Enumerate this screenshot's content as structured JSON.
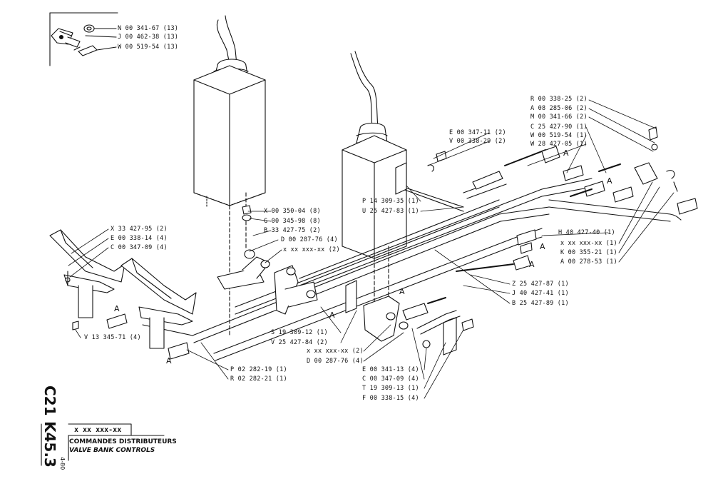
{
  "parts_top_left": [
    {
      "label": "N 00 341-67 (13)"
    },
    {
      "label": "J 00 462-38 (13)"
    },
    {
      "label": "W 00 519-54 (13)"
    }
  ],
  "parts_right_top": [
    {
      "label": "R 00 338-25 (2)"
    },
    {
      "label": "A 08 285-06 (2)"
    },
    {
      "label": "M 00 341-66 (2)"
    },
    {
      "label": "C 25 427-90 (1)"
    },
    {
      "label": "W 00 519-54 (1)"
    },
    {
      "label": "W 28 427-05 (1)"
    }
  ],
  "parts_center_top": [
    {
      "label": "E 00 347-11 (2)"
    },
    {
      "label": "V 00 338-29 (2)"
    }
  ],
  "parts_center_mid": [
    {
      "label": "P 14 309-35 (1)"
    },
    {
      "label": "U 25 427-83 (1)"
    }
  ],
  "parts_right_mid": [
    {
      "label": "H 40 427-40 (1)"
    },
    {
      "label": "x xx xxx-xx (1)"
    },
    {
      "label": "K 00 355-21 (1)"
    },
    {
      "label": "A 00 278-53 (1)"
    }
  ],
  "parts_left_mid": [
    {
      "label": "X 00 350-04 (8)"
    },
    {
      "label": "G 00 345-98 (8)"
    },
    {
      "label": "B 33 427-75 (2)"
    },
    {
      "label": "D 00 287-76 (4)"
    },
    {
      "label": "x xx xxx-xx (2)"
    }
  ],
  "parts_left_pedals": [
    {
      "label": "X 33 427-95 (2)"
    },
    {
      "label": "E 00 338-14 (4)"
    },
    {
      "label": "C 00 347-09 (4)"
    }
  ],
  "parts_right_low": [
    {
      "label": "Z 25 427-87 (1)"
    },
    {
      "label": "J 40 427-41 (1)"
    },
    {
      "label": "B 25 427-89 (1)"
    }
  ],
  "parts_center_low": [
    {
      "label": "S 19 309-12 (1)"
    },
    {
      "label": "V 25 427-84 (2)"
    },
    {
      "label": "x xx xxx-xx (2)"
    },
    {
      "label": "D 00 287-76 (4)"
    }
  ],
  "parts_bottom_right": [
    {
      "label": "E 00 341-13 (4)"
    },
    {
      "label": "C 00 347-09 (4)"
    },
    {
      "label": "T 19 309-13 (1)"
    },
    {
      "label": "F 00 338-15 (4)"
    }
  ],
  "parts_left_bottom": [
    {
      "label": "V 13 345-71 (4)"
    }
  ],
  "parts_bottom_left": [
    {
      "label": "P 02 282-19 (1)"
    },
    {
      "label": "R 02 282-21 (1)"
    }
  ],
  "callouts": [
    "A",
    "A",
    "A",
    "A",
    "A",
    "A",
    "A",
    "A"
  ],
  "sidebar": {
    "group_code": "C21",
    "page_code": "K45.3",
    "date": "4-80"
  },
  "title_block": {
    "ref": "x xx xxx-xx",
    "title_fr": "COMMANDES DISTRIBUTEURS",
    "title_en": "VALVE BANK CONTROLS"
  }
}
